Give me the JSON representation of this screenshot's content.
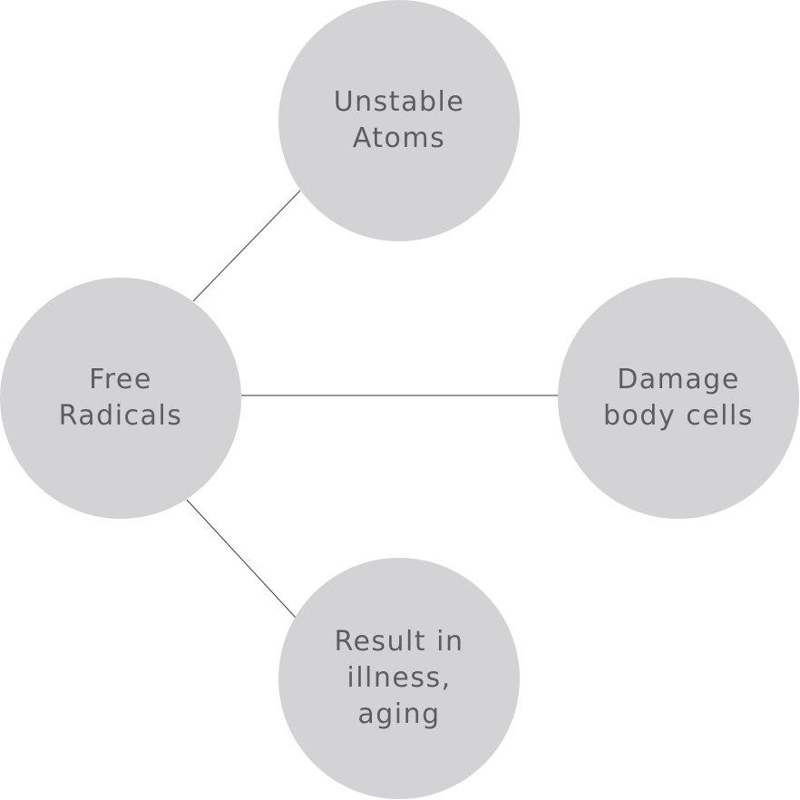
{
  "diagram": {
    "center": {
      "label": "Free\nRadicals"
    },
    "top": {
      "label": "Unstable\nAtoms"
    },
    "right": {
      "label": "Damage\nbody cells"
    },
    "bottom": {
      "label": "Result in\nillness,\naging"
    }
  },
  "colors": {
    "node_fill": "#d3d3d5",
    "text": "#5e5e62",
    "connector": "#3a3a3a"
  }
}
